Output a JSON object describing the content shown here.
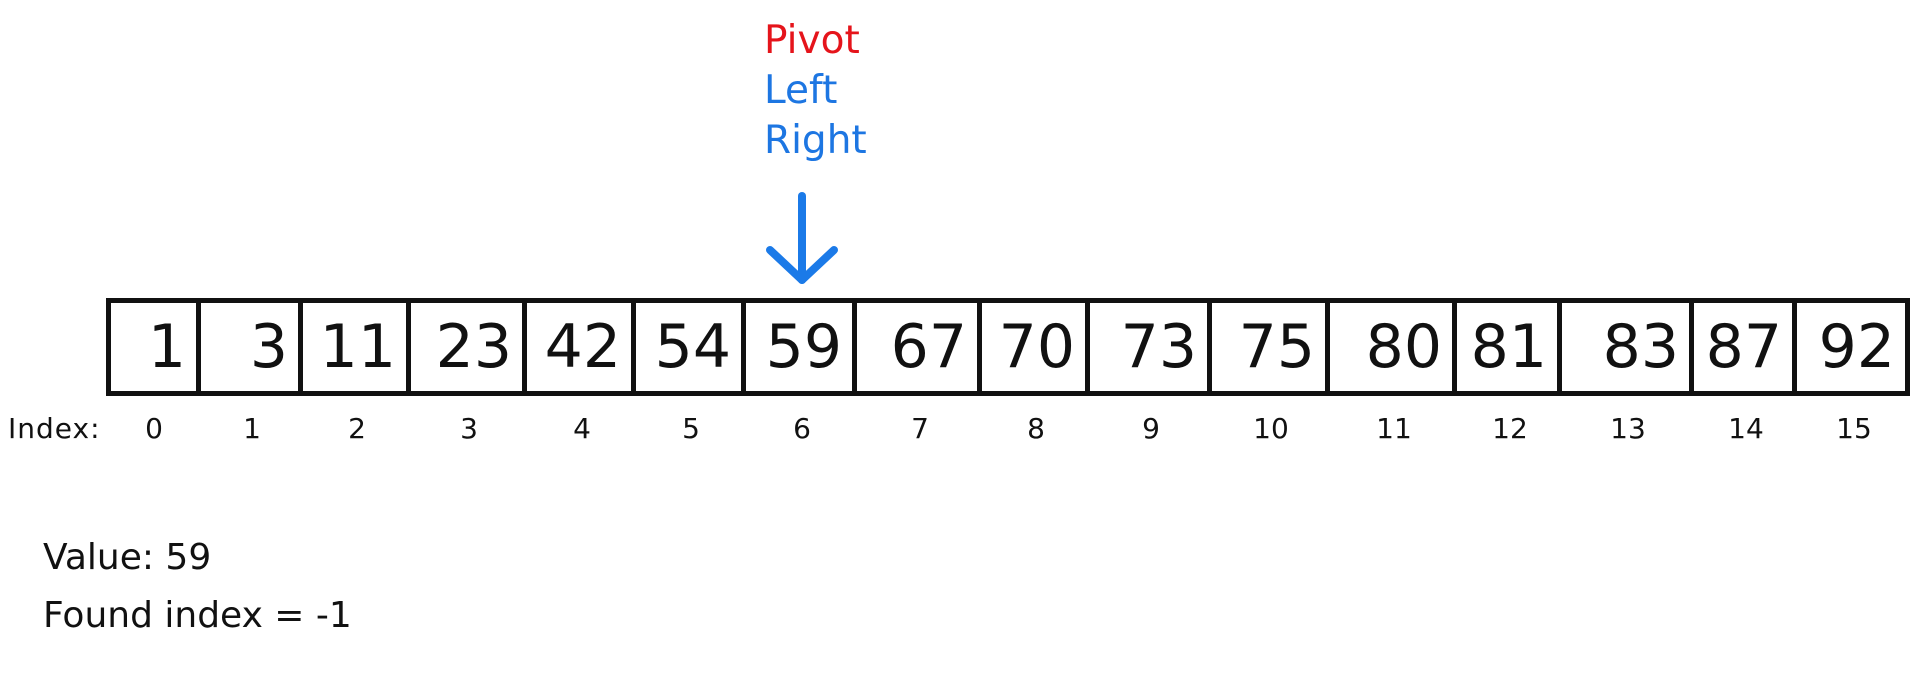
{
  "pointers": {
    "pivot": "Pivot",
    "left": "Left",
    "right": "Right",
    "pivot_color": "#e5141b",
    "left_color": "#1d76e2",
    "right_color": "#1d76e2",
    "arrow_color": "#1b7ae8",
    "arrow_index": 6
  },
  "array": {
    "index_caption": "Index:",
    "values": [
      "1",
      "3",
      "11",
      "23",
      "42",
      "54",
      "59",
      "67",
      "70",
      "73",
      "75",
      "80",
      "81",
      "83",
      "87",
      "92"
    ],
    "indices": [
      "0",
      "1",
      "2",
      "3",
      "4",
      "5",
      "6",
      "7",
      "8",
      "9",
      "10",
      "11",
      "12",
      "13",
      "14",
      "15"
    ]
  },
  "info": {
    "value_line": "Value: 59",
    "found_line": "Found index = -1"
  }
}
